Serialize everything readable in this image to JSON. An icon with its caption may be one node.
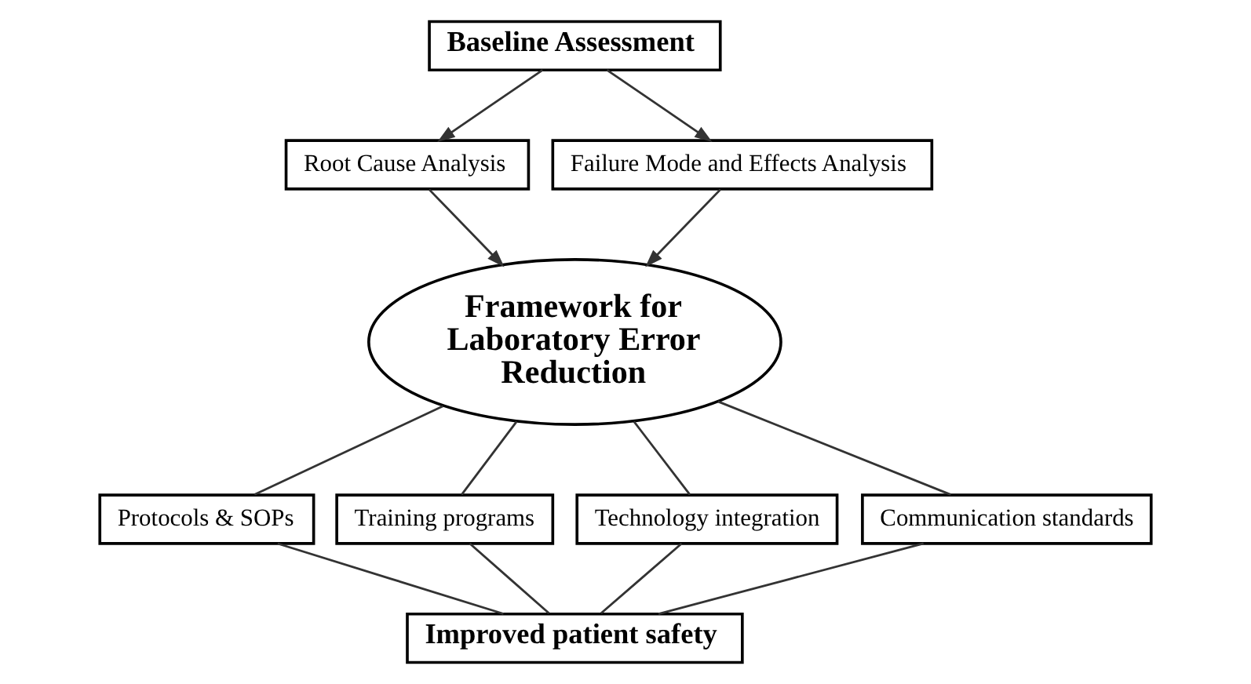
{
  "diagram": {
    "nodes": [
      {
        "text": [
          "Baseline Assessment"
        ]
      },
      {
        "text": [
          "Root Cause Analysis"
        ]
      },
      {
        "text": [
          "Failure Mode and Effects Analysis"
        ]
      },
      {
        "text": [
          "Framework for Laboratory Error Reduction"
        ]
      },
      {
        "text": [
          "Protocols & SOPs"
        ]
      },
      {
        "text": [
          "Training programs"
        ]
      },
      {
        "text": [
          "Technology integration"
        ]
      },
      {
        "text": [
          "Communication standards"
        ]
      },
      {
        "text": [
          "Improved patient safety"
        ]
      }
    ],
    "edges": [
      {
        "from": 0,
        "to": 1,
        "arrow": "to"
      },
      {
        "from": 0,
        "to": 2,
        "arrow": "to"
      },
      {
        "from": 1,
        "to": 3,
        "arrow": "to"
      },
      {
        "from": 2,
        "to": 3,
        "arrow": "to"
      },
      {
        "from": 3,
        "to": 4,
        "arrow": "none"
      },
      {
        "from": 3,
        "to": 5,
        "arrow": "none"
      },
      {
        "from": 3,
        "to": 6,
        "arrow": "none"
      },
      {
        "from": 3,
        "to": 7,
        "arrow": "none"
      },
      {
        "from": 4,
        "to": 8,
        "arrow": "none"
      },
      {
        "from": 5,
        "to": 8,
        "arrow": "none"
      },
      {
        "from": 6,
        "to": 8,
        "arrow": "none"
      },
      {
        "from": 7,
        "to": 8,
        "arrow": "none"
      }
    ]
  }
}
